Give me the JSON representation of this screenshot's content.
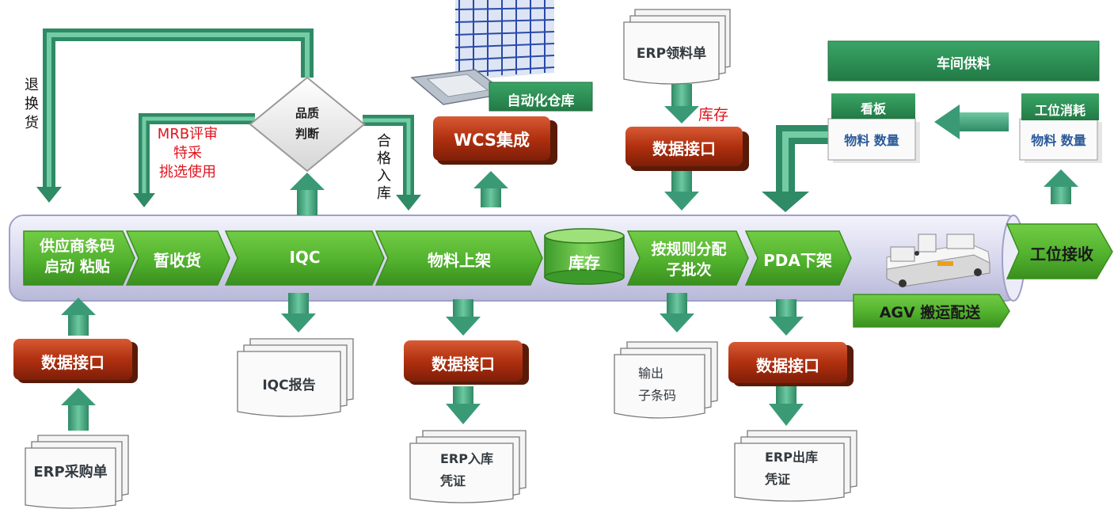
{
  "pipeline": {
    "steps": [
      "供应商条码\n启动 粘贴",
      "暂收货",
      "IQC",
      "物料上架",
      "库存",
      "按规则分配\n子批次",
      "PDA下架",
      "工位接收"
    ]
  },
  "agv_label": "AGV 搬运配送",
  "quality": {
    "diamond": "品质\n判断",
    "return_label": "退\n换\n货",
    "mrb_label": "MRB评审\n特采\n挑选使用",
    "pass_label": "合\n格\n入\n库"
  },
  "warehouse": {
    "label": "自动化仓库",
    "wcs": "WCS集成"
  },
  "erp_pick": {
    "doc": "ERP领料单",
    "stock_label": "库存",
    "interface": "数据接口"
  },
  "workshop": {
    "title": "车间供料",
    "kanban": {
      "title": "看板",
      "body": "物料 数量"
    },
    "station": {
      "title": "工位消耗",
      "body": "物料 数量"
    }
  },
  "bottom": {
    "supplier_interface": "数据接口",
    "erp_purchase": "ERP采购单",
    "iqc_report": "IQC报告",
    "putaway_interface": "数据接口",
    "erp_in": "ERP入库\n凭证",
    "output": "输出\n子条码",
    "out_interface": "数据接口",
    "erp_out": "ERP出库\n凭证"
  },
  "colors": {
    "pipe": "#e2e2f4",
    "step_green": "#55b630",
    "arrow_green": "#3a9a76",
    "red_box": "#b23212",
    "header_green": "#2f8e56"
  }
}
